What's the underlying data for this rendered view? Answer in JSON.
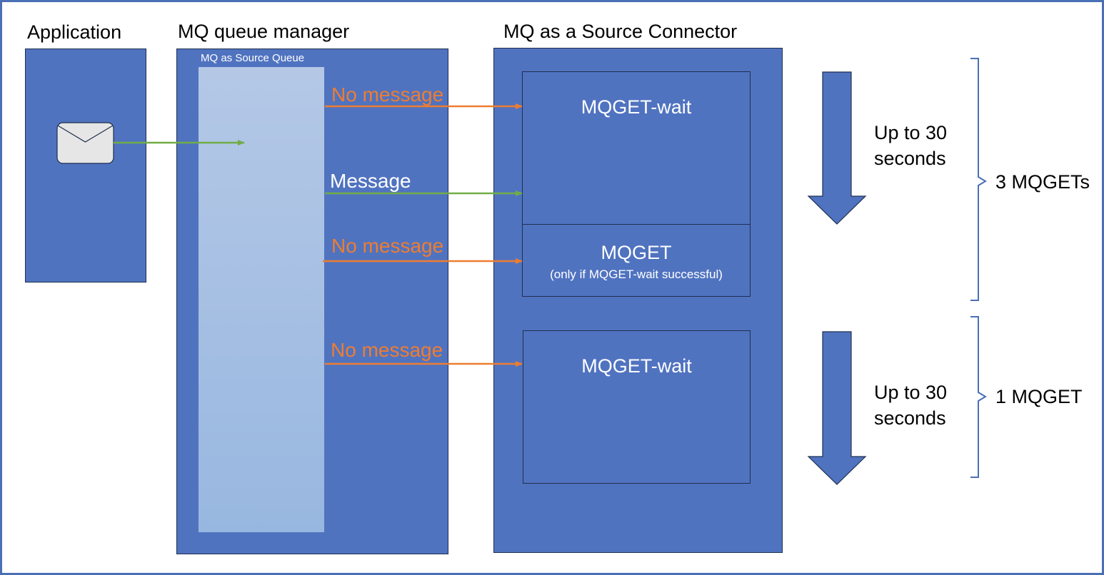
{
  "headers": {
    "application": "Application",
    "queue_manager": "MQ queue manager",
    "connector": "MQ as a Source Connector"
  },
  "queue": {
    "label": "MQ as Source Queue"
  },
  "arrows": {
    "no_message_1": "No message",
    "message": "Message",
    "no_message_2": "No message",
    "no_message_3": "No message"
  },
  "connector_blocks": {
    "get_wait_1": "MQGET-wait",
    "get": "MQGET",
    "get_note": "(only if MQGET-wait successful)",
    "get_wait_2": "MQGET-wait"
  },
  "timing": {
    "top_line1": "Up to 30",
    "top_line2": "seconds",
    "bottom_line1": "Up to 30",
    "bottom_line2": "seconds"
  },
  "counts": {
    "top": "3 MQGETs",
    "bottom": "1 MQGET"
  },
  "icons": {
    "message": "envelope-icon",
    "duration_top": "down-arrow-icon",
    "duration_bottom": "down-arrow-icon",
    "brace_top": "right-brace-icon",
    "brace_bottom": "right-brace-icon"
  },
  "colors": {
    "box_fill": "#5073c0",
    "border": "#4a6fb5",
    "queue_fill": "#b4c8e6",
    "no_message_arrow": "#ed7d31",
    "message_arrow": "#70ad47"
  }
}
